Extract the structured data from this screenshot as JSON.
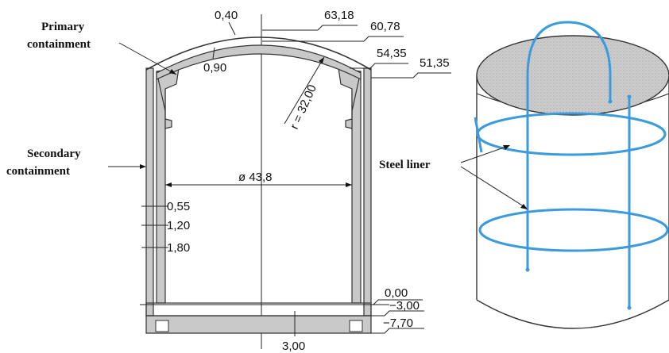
{
  "labels": {
    "primary_line1": "Primary",
    "primary_line2": "containment",
    "secondary_line1": "Secondary",
    "secondary_line2": "containment",
    "steel_liner": "Steel liner"
  },
  "dimensions": {
    "dome_thickness": "0,40",
    "inner_shell": "0,90",
    "radius": "r = 32,00",
    "diameter": "ø 43,8",
    "wall_055": "0,55",
    "wall_120": "1,20",
    "wall_180": "1,80",
    "base_slab": "3,00"
  },
  "elevations": {
    "e1": "63,18",
    "e2": "60,78",
    "e3": "54,35",
    "e4": "51,35",
    "e5": "0,00",
    "e6": "−3,00",
    "e7": "−7,70"
  },
  "colors": {
    "liner": "#3b9bdc",
    "concrete": "#c9c9c9",
    "roof": "#cfcfcf"
  }
}
